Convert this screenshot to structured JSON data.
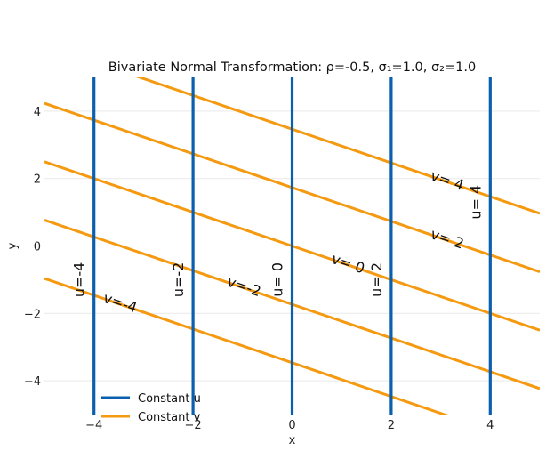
{
  "chart_data": {
    "type": "line",
    "title": "Bivariate Normal Transformation: ρ=-0.5, σ₁=1.0, σ₂=1.0",
    "xlabel": "x",
    "ylabel": "y",
    "xlim": [
      -5,
      5
    ],
    "ylim": [
      -5,
      5
    ],
    "xticks": [
      -4,
      -2,
      0,
      2,
      4
    ],
    "xtick_labels": [
      "−4",
      "−2",
      "0",
      "2",
      "4"
    ],
    "yticks": [
      -4,
      -2,
      0,
      2,
      4
    ],
    "ytick_labels": [
      "−4",
      "−2",
      "0",
      "2",
      "4"
    ],
    "grid": true,
    "legend_position": "lower-left",
    "colors": {
      "u": "#0a5fae",
      "v": "#f59a10",
      "grid": "#e9e9e9"
    },
    "series": [
      {
        "name": "Constant u",
        "family": "u",
        "lines": [
          {
            "value": -4,
            "label": "u=-4"
          },
          {
            "value": -2,
            "label": "u=-2"
          },
          {
            "value": 0,
            "label": "u= 0"
          },
          {
            "value": 2,
            "label": "u= 2"
          },
          {
            "value": 4,
            "label": "u= 4"
          }
        ]
      },
      {
        "name": "Constant v",
        "family": "v",
        "lines": [
          {
            "value": -4,
            "label": "v=-4"
          },
          {
            "value": -2,
            "label": "v=-2"
          },
          {
            "value": 0,
            "label": "v= 0"
          },
          {
            "value": 2,
            "label": "v= 2"
          },
          {
            "value": 4,
            "label": "v= 4"
          }
        ]
      }
    ],
    "legend": [
      "Constant u",
      "Constant v"
    ]
  }
}
